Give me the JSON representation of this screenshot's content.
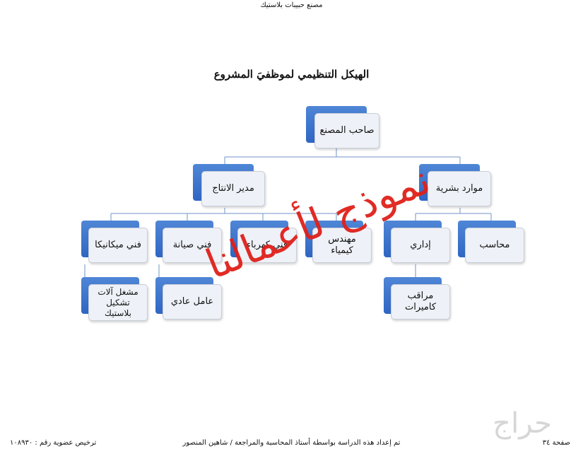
{
  "header": {
    "text": "مصنع حبيبات بلاستيك"
  },
  "title": "الهيكل التنظيمي لموظفيَ المشروع",
  "org_chart": {
    "owner": "صاحب المصنع",
    "production_manager": "مدير الانتاج",
    "human_resources": "موارد بشرية",
    "mechanic": "فني ميكانيكا",
    "maintenance": "فني صيانة",
    "electrician": "فني كهرباء",
    "chemical_engineer": "مهندس كيمياء",
    "administrative": "إداري",
    "accountant": "محاسب",
    "machine_operator": "مشغل آلات تشكيل بلاستيك",
    "worker": "عامل عادي",
    "camera_monitor": "مراقب كاميرات"
  },
  "watermark": "نموذج لأعمالنا",
  "logo": "حراج",
  "footer": {
    "left": "ترخيص عضوية رقم : ١٠٨٩٣٠",
    "center": "تم إعداد هذه الدراسة بواسطة أستاذ المحاسبة والمراجعة / شاهين المنصور",
    "right": "صفحة ٣٤"
  }
}
